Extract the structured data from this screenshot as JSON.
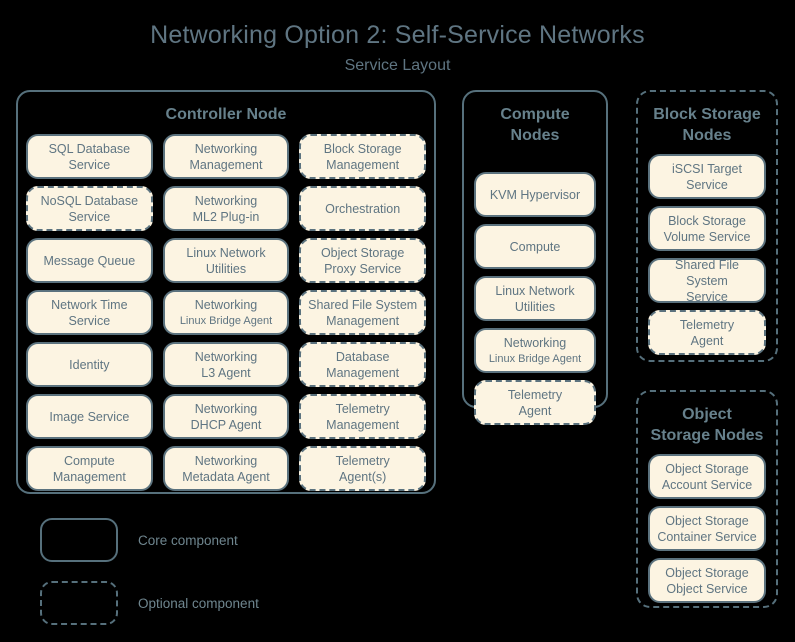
{
  "header": {
    "title": "Networking Option 2: Self-Service Networks",
    "subtitle": "Service Layout"
  },
  "colors": {
    "background": "#000000",
    "box_fill": "#fcf4e2",
    "box_border": "#5b727e",
    "text": "#5f7582",
    "panel_border": "#56707c"
  },
  "panels": [
    {
      "id": "controller-node",
      "title": "Controller Node",
      "border": "solid",
      "layout": "grid",
      "items": [
        {
          "line1": "SQL Database",
          "line2": "Service",
          "style": "solid"
        },
        {
          "line1": "Networking",
          "line2": "Management",
          "style": "solid"
        },
        {
          "line1": "Block Storage",
          "line2": "Management",
          "style": "dashed"
        },
        {
          "line1": "NoSQL Database",
          "line2": "Service",
          "style": "dashed"
        },
        {
          "line1": "Networking",
          "line2": "ML2 Plug-in",
          "style": "solid"
        },
        {
          "line1": "Orchestration",
          "line2": "",
          "style": "dashed"
        },
        {
          "line1": "Message Queue",
          "line2": "",
          "style": "solid"
        },
        {
          "line1": "Linux Network",
          "line2": "Utilities",
          "style": "solid"
        },
        {
          "line1": "Object Storage",
          "line2": "Proxy Service",
          "style": "dashed"
        },
        {
          "line1": "Network Time",
          "line2": "Service",
          "style": "solid"
        },
        {
          "line1": "Networking",
          "line2": "Linux Bridge Agent",
          "style": "solid",
          "line2_small": true
        },
        {
          "line1": "Shared File System",
          "line2": "Management",
          "style": "dashed"
        },
        {
          "line1": "Identity",
          "line2": "",
          "style": "solid"
        },
        {
          "line1": "Networking",
          "line2": "L3 Agent",
          "style": "solid"
        },
        {
          "line1": "Database",
          "line2": "Management",
          "style": "dashed"
        },
        {
          "line1": "Image Service",
          "line2": "",
          "style": "solid"
        },
        {
          "line1": "Networking",
          "line2": "DHCP Agent",
          "style": "solid"
        },
        {
          "line1": "Telemetry",
          "line2": "Management",
          "style": "dashed"
        },
        {
          "line1": "Compute",
          "line2": "Management",
          "style": "solid"
        },
        {
          "line1": "Networking",
          "line2": "Metadata Agent",
          "style": "solid"
        },
        {
          "line1": "Telemetry",
          "line2": "Agent(s)",
          "style": "dashed"
        }
      ]
    },
    {
      "id": "compute-nodes",
      "title": "Compute\nNodes",
      "title_line1": "Compute",
      "title_line2": "Nodes",
      "border": "solid",
      "layout": "stack",
      "items": [
        {
          "line1": "KVM Hypervisor",
          "line2": "",
          "style": "solid"
        },
        {
          "line1": "Compute",
          "line2": "",
          "style": "solid"
        },
        {
          "line1": "Linux Network",
          "line2": "Utilities",
          "style": "solid"
        },
        {
          "line1": "Networking",
          "line2": "Linux Bridge Agent",
          "style": "solid",
          "line2_small": true
        },
        {
          "line1": "Telemetry",
          "line2": "Agent",
          "style": "dashed"
        }
      ]
    },
    {
      "id": "block-storage-nodes",
      "title_line1": "Block Storage",
      "title_line2": "Nodes",
      "border": "dashed",
      "layout": "stack",
      "items": [
        {
          "line1": "iSCSI Target",
          "line2": "Service",
          "style": "solid"
        },
        {
          "line1": "Block Storage",
          "line2": "Volume Service",
          "style": "solid"
        },
        {
          "line1": "Shared File System",
          "line2": "Service",
          "style": "solid"
        },
        {
          "line1": "Telemetry",
          "line2": "Agent",
          "style": "dashed"
        }
      ]
    },
    {
      "id": "object-storage-nodes",
      "title_line1": "Object",
      "title_line2": "Storage Nodes",
      "border": "dashed",
      "layout": "stack",
      "items": [
        {
          "line1": "Object Storage",
          "line2": "Account Service",
          "style": "solid"
        },
        {
          "line1": "Object Storage",
          "line2": "Container Service",
          "style": "solid"
        },
        {
          "line1": "Object Storage",
          "line2": "Object Service",
          "style": "solid"
        }
      ]
    }
  ],
  "legend": [
    {
      "label": "Core component",
      "style": "solid"
    },
    {
      "label": "Optional component",
      "style": "dashed"
    }
  ]
}
